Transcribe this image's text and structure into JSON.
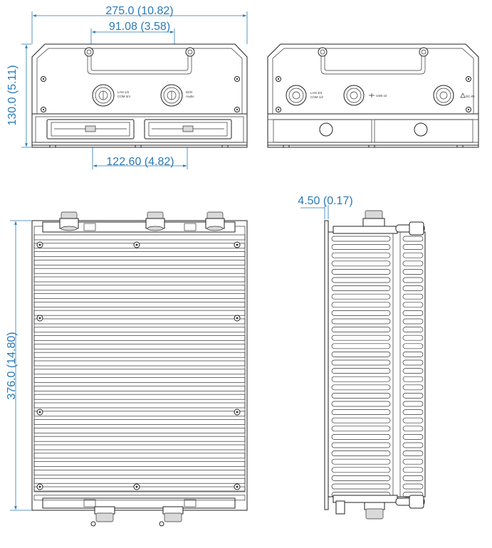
{
  "dimensions": {
    "width_total": "275.0 (10.82)",
    "handle_width": "91.08 (3.58)",
    "height": "130.0 (5.11)",
    "slot_spacing": "122.60 (4.82)",
    "length": "376.0 (14.80)",
    "flange": "4.50 (0.17)"
  },
  "connector_labels": {
    "front_left": [
      "LAN 1/2",
      "COM 3/4"
    ],
    "front_right": [
      "DI/O",
      "Audio"
    ],
    "rear_left": [
      "LAN 3/4",
      "COM 1/2"
    ],
    "rear_mid": "USB x2",
    "rear_right": "DC-IN"
  },
  "colors": {
    "dimension": "#2a7ab5",
    "outline": "#222222",
    "shade": "#d9d9d9"
  }
}
